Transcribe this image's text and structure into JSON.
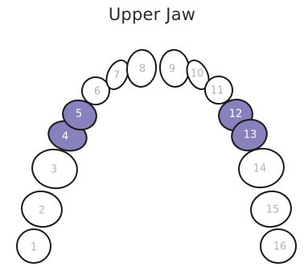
{
  "title": "Upper Jaw",
  "colors": {
    "tooth_fill": "#ffffff",
    "tooth_selected_fill": "#8781be",
    "tooth_stroke": "#1a1a1a",
    "label": "#b3b3b3",
    "label_selected": "#ffffff"
  },
  "teeth": [
    {
      "number": "1",
      "selected": false
    },
    {
      "number": "2",
      "selected": false
    },
    {
      "number": "3",
      "selected": false
    },
    {
      "number": "4",
      "selected": true
    },
    {
      "number": "5",
      "selected": true
    },
    {
      "number": "6",
      "selected": false
    },
    {
      "number": "7",
      "selected": false
    },
    {
      "number": "8",
      "selected": false
    },
    {
      "number": "9",
      "selected": false
    },
    {
      "number": "10",
      "selected": false
    },
    {
      "number": "11",
      "selected": false
    },
    {
      "number": "12",
      "selected": true
    },
    {
      "number": "13",
      "selected": true
    },
    {
      "number": "14",
      "selected": false
    },
    {
      "number": "15",
      "selected": false
    },
    {
      "number": "16",
      "selected": false
    }
  ]
}
